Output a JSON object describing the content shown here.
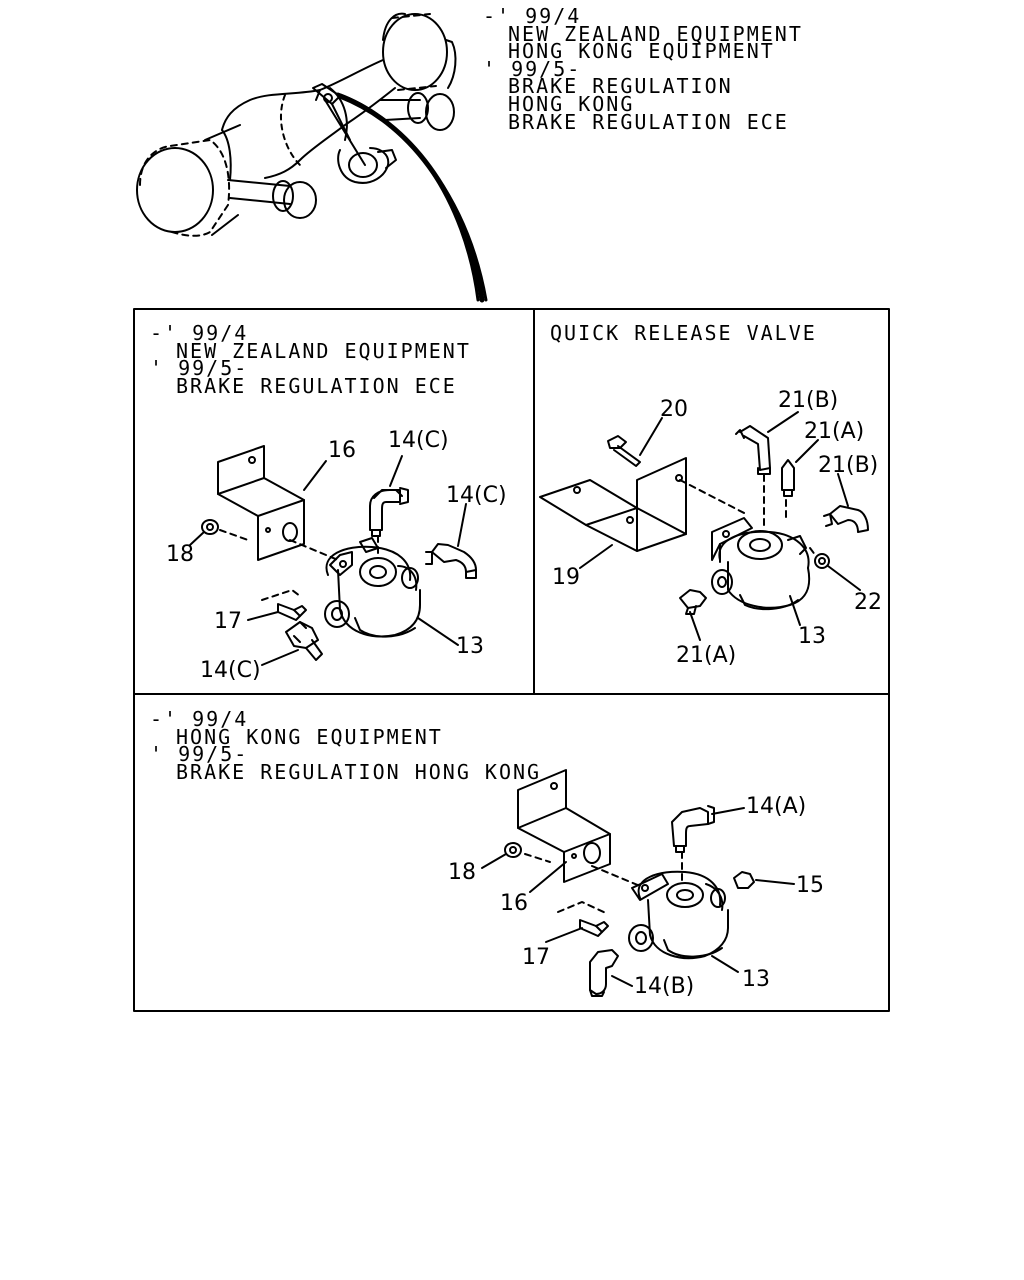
{
  "header_note": {
    "lines": [
      "-' 99/4",
      "NEW ZEALAND EQUIPMENT",
      "HONG KONG EQUIPMENT",
      "' 99/5-",
      "BRAKE REGULATION",
      "HONG KONG",
      "BRAKE REGULATION ECE"
    ]
  },
  "panel_nz": {
    "note_lines": [
      "-' 99/4",
      "NEW ZEALAND EQUIPMENT",
      "' 99/5-",
      "BRAKE REGULATION ECE"
    ],
    "callouts": {
      "c16": "16",
      "c14c_top": "14(C)",
      "c14c_right": "14(C)",
      "c18": "18",
      "c17": "17",
      "c13": "13",
      "c14c_bottom": "14(C)"
    }
  },
  "panel_qrv": {
    "title": "QUICK RELEASE VALVE",
    "callouts": {
      "c20": "20",
      "c21b_top": "21(B)",
      "c21a_top": "21(A)",
      "c21b_right": "21(B)",
      "c19": "19",
      "c22": "22",
      "c13": "13",
      "c21a_bottom": "21(A)"
    }
  },
  "panel_hk": {
    "note_lines": [
      "-' 99/4",
      "HONG KONG EQUIPMENT",
      "' 99/5-",
      "BRAKE REGULATION HONG KONG"
    ],
    "callouts": {
      "c14a": "14(A)",
      "c15": "15",
      "c18": "18",
      "c16": "16",
      "c17": "17",
      "c14b": "14(B)",
      "c13": "13"
    }
  }
}
